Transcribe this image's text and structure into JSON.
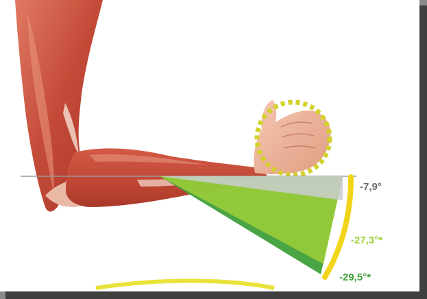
{
  "angles": [
    {
      "label": "-7,9°",
      "value": -7.9,
      "color": "#c9cdd0"
    },
    {
      "label": "-27,3°*",
      "value": -27.3,
      "color": "#9fcf3a"
    },
    {
      "label": "-29,5°*",
      "value": -29.5,
      "color": "#3fa03a"
    }
  ],
  "colors": {
    "muscle": "#c8503e",
    "muscle_light": "#e58a74",
    "skin": "#eeb49c",
    "arc": "#f2d51a",
    "hand_marker": "#d3d12a",
    "background": "#ffffff",
    "frame": "#8a8a8a"
  },
  "icons": {
    "hand": "closed-fist",
    "hand_marker": "dashed-circle"
  }
}
